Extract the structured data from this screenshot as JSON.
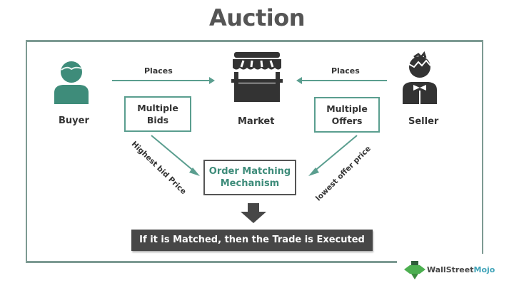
{
  "title": "Auction",
  "colors": {
    "accent": "#3e8c7a",
    "frame": "#7d9a93",
    "dark": "#474747"
  },
  "buyer": {
    "label": "Buyer",
    "icon": "person-icon"
  },
  "seller": {
    "label": "Seller",
    "icon": "person-bowtie-icon"
  },
  "market": {
    "label": "Market",
    "icon": "storefront-icon"
  },
  "arrows": {
    "buyer_to_market": "Places",
    "seller_to_market": "Places"
  },
  "boxes": {
    "bids": [
      "Multiple",
      "Bids"
    ],
    "offers": [
      "Multiple",
      "Offers"
    ],
    "order_matching": [
      "Order Matching",
      "Mechanism"
    ]
  },
  "diagonal_labels": {
    "left": "Highest bid Price",
    "right": "lowest offer price"
  },
  "result": "If it is Matched, then the Trade is Executed",
  "logo": {
    "part1": "WallStreet",
    "part2": "Mojo"
  }
}
